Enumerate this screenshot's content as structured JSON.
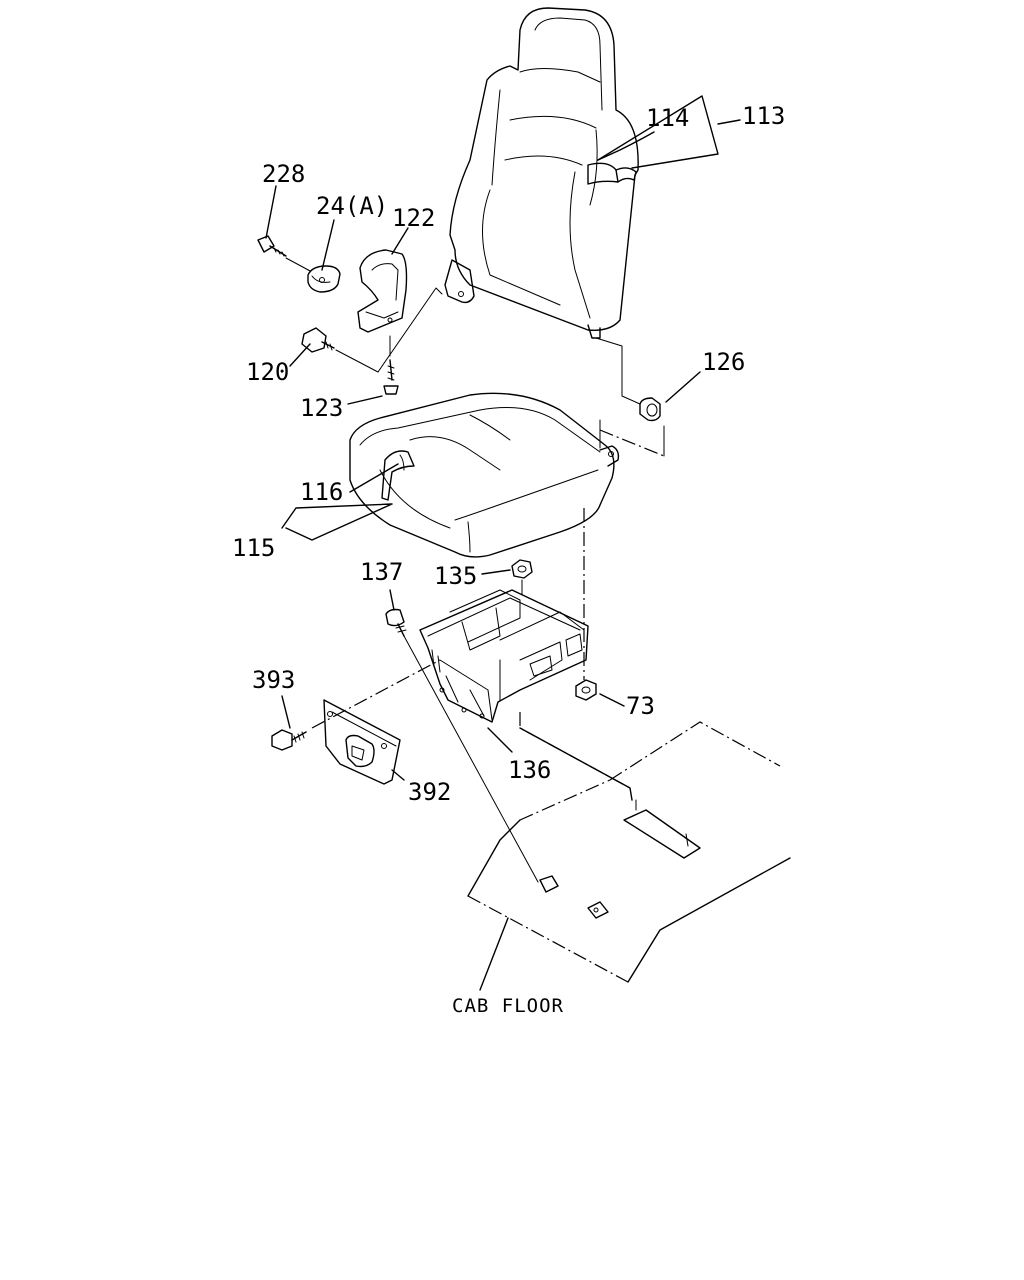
{
  "diagram": {
    "callouts": {
      "c228": "228",
      "c24a": "24(A)",
      "c122": "122",
      "c114": "114",
      "c113": "113",
      "c120": "120",
      "c123": "123",
      "c126": "126",
      "c116": "116",
      "c115": "115",
      "c137": "137",
      "c135": "135",
      "c393": "393",
      "c73": "73",
      "c136": "136",
      "c392": "392"
    },
    "floor_label": "CAB FLOOR"
  }
}
